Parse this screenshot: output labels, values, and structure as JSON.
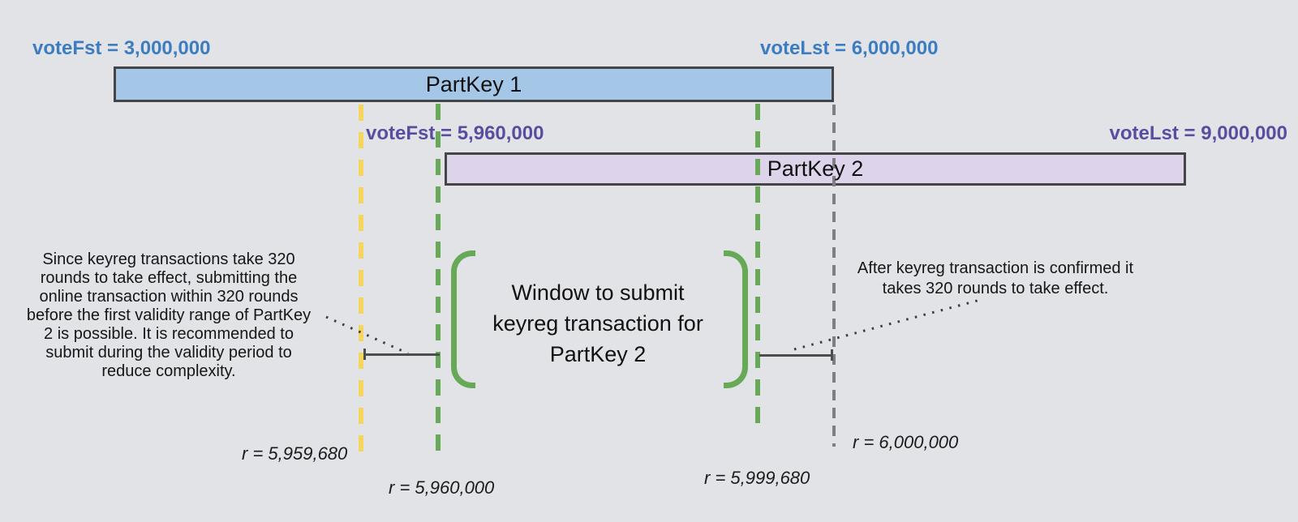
{
  "colors": {
    "background": "#e2e3e7",
    "blue_label": "#3c7cc1",
    "purple_label": "#5a4da0",
    "partkey1_fill": "#a4c7e8",
    "partkey2_fill": "#ddd4eb",
    "bar_border": "#454545",
    "yellow_line": "#f6d55c",
    "green_line": "#67a957",
    "gray_line": "#7d7f83",
    "connector": "#4d4d4d"
  },
  "bars": {
    "partkey1": {
      "label": "PartKey 1",
      "vote_first": "voteFst = 3,000,000",
      "vote_last": "voteLst = 6,000,000"
    },
    "partkey2": {
      "label": "PartKey 2",
      "vote_first": "voteFst = 5,960,000",
      "vote_last": "voteLst = 9,000,000"
    }
  },
  "window": {
    "label": "Window to submit\nkeyreg transaction for\nPartKey 2"
  },
  "notes": {
    "left": "Since keyreg transactions take 320\nrounds to take effect, submitting the\nonline transaction within 320 rounds\nbefore the first validity range of PartKey\n2 is possible. It is recommended to\nsubmit during the validity period to\nreduce complexity.",
    "right": "After keyreg transaction is confirmed it\ntakes 320 rounds to take effect."
  },
  "round_markers": {
    "keyreg_earliest": "r = 5,959,680",
    "partkey2_vote_first": "r = 5,960,000",
    "keyreg_latest": "r = 5,999,680",
    "partkey1_vote_last": "r = 6,000,000"
  }
}
